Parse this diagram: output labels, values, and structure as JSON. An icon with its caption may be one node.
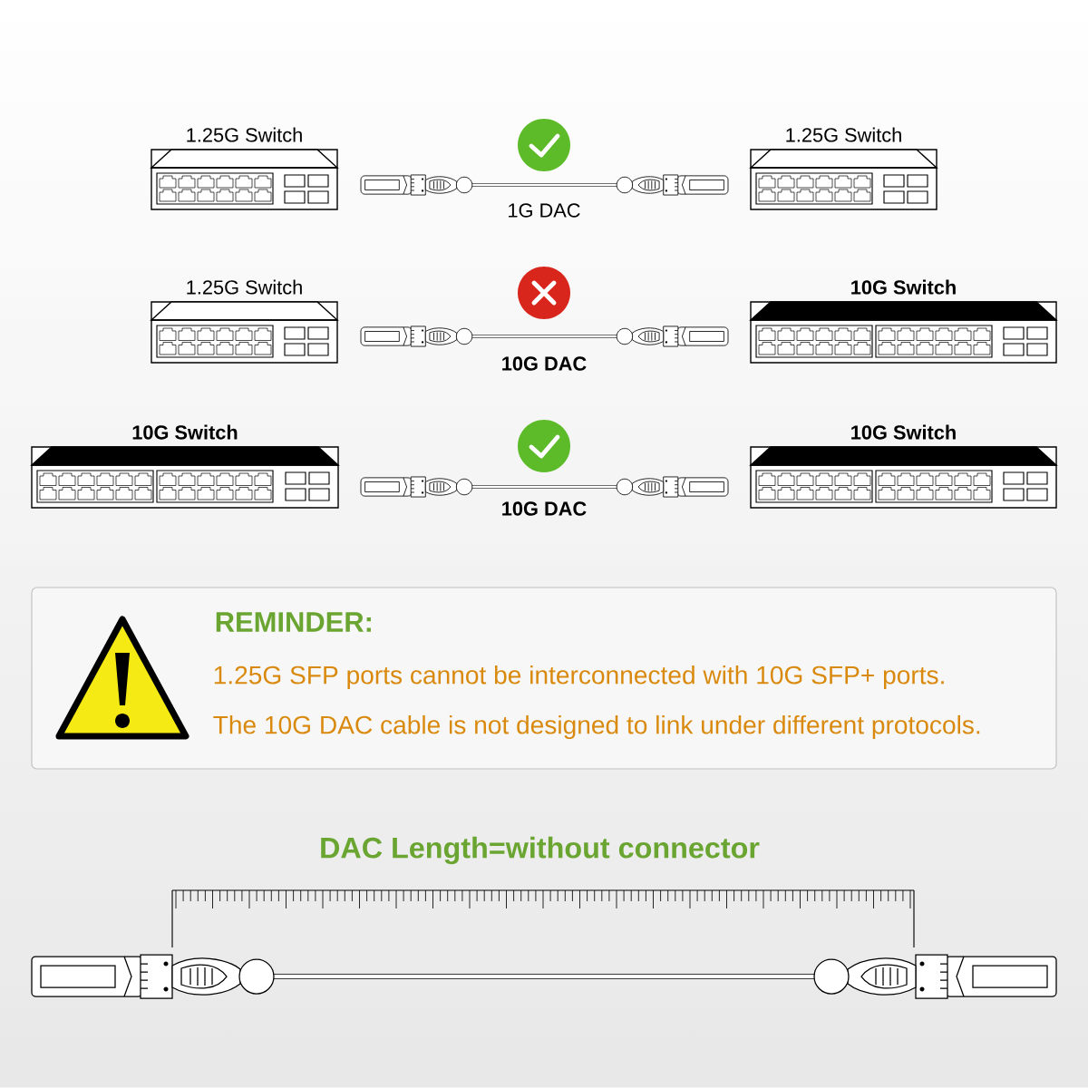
{
  "diagram": {
    "nodes": [
      {
        "text": [
          "1.25G Switch"
        ]
      },
      {
        "text": [
          "1.25G Switch"
        ]
      },
      {
        "text": [
          "1.25G Switch"
        ]
      },
      {
        "text": [
          "10G Switch"
        ]
      },
      {
        "text": [
          "10G Switch"
        ]
      },
      {
        "text": [
          "10G Switch"
        ]
      },
      {
        "text": [
          "REMINDER:",
          "1.25G SFP ports cannot be interconnected with 10G SFP+ ports.",
          "The 10G DAC cable is not designed to link under different protocols."
        ]
      }
    ],
    "labels": [
      "1G DAC",
      "10G DAC",
      "10G DAC",
      "DAC Length=without connector"
    ]
  }
}
